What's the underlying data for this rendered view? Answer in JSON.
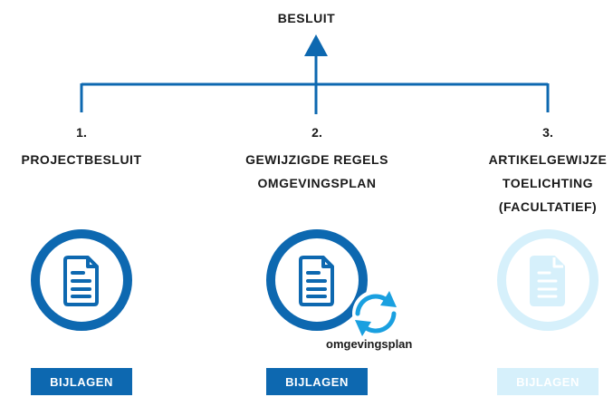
{
  "top_label": "BESLUIT",
  "columns": [
    {
      "number": "1.",
      "label_lines": [
        "PROJECTBESLUIT"
      ],
      "button": "BIJLAGEN",
      "faded": false
    },
    {
      "number": "2.",
      "label_lines": [
        "GEWIJZIGDE REGELS",
        "OMGEVINGSPLAN"
      ],
      "button": "BIJLAGEN",
      "faded": false,
      "badge_label": "omgevingsplan"
    },
    {
      "number": "3.",
      "label_lines": [
        "ARTIKELGEWIJZE",
        "TOELICHTING",
        "(FACULTATIEF)"
      ],
      "button": "BIJLAGEN",
      "faded": true
    }
  ],
  "colors": {
    "primary": "#0d68b0",
    "faded": "#d6f0fb",
    "refresh": "#1aa0e0",
    "text": "#1a1a1a"
  }
}
